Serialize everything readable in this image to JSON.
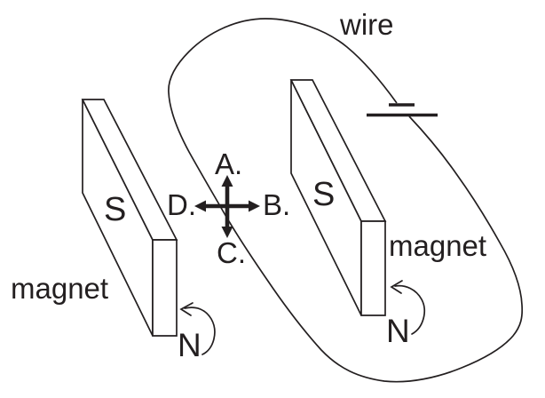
{
  "labels": {
    "wire": "wire",
    "magnet_left": "magnet",
    "magnet_right": "magnet",
    "pole_s_left": "S",
    "pole_s_right": "S",
    "pole_n_left": "N",
    "pole_n_right": "N"
  },
  "directions": {
    "a": "A.",
    "b": "B.",
    "c": "C.",
    "d": "D."
  },
  "colors": {
    "ink": "#231f20",
    "background": "#ffffff"
  }
}
